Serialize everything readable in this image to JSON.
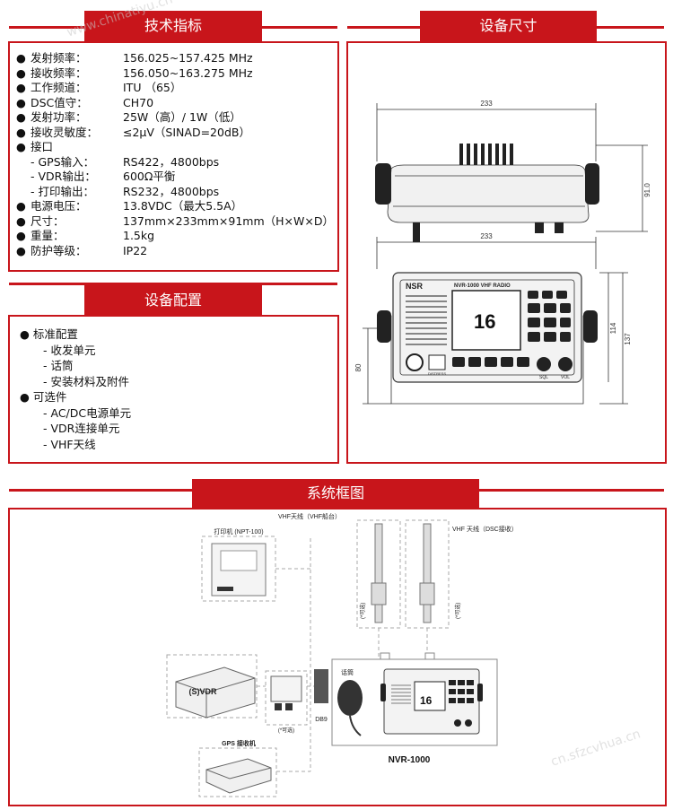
{
  "colors": {
    "accent": "#c8151b"
  },
  "watermarks": [
    "www.chinatiyu.cn",
    "cn.sfzcvhua.cn"
  ],
  "sections": {
    "specs_title": "技术指标",
    "dims_title": "设备尺寸",
    "config_title": "设备配置",
    "system_title": "系统框图"
  },
  "specs": [
    {
      "bullet": "●",
      "label": "发射频率：",
      "value": "156.025~157.425 MHz"
    },
    {
      "bullet": "●",
      "label": "接收频率：",
      "value": "156.050~163.275 MHz"
    },
    {
      "bullet": "●",
      "label": "工作频道：",
      "value": "ITU （65）"
    },
    {
      "bullet": "●",
      "label": "DSC值守：",
      "value": "CH70"
    },
    {
      "bullet": "●",
      "label": "发射功率：",
      "value": "25W（高）/ 1W（低）"
    },
    {
      "bullet": "●",
      "label": "接收灵敏度：",
      "value": "≤2μV（SINAD=20dB）"
    },
    {
      "bullet": "●",
      "label": "接口",
      "value": ""
    },
    {
      "bullet": "",
      "label": "- GPS输入：",
      "value": "RS422，4800bps"
    },
    {
      "bullet": "",
      "label": "- VDR输出：",
      "value": "600Ω平衡"
    },
    {
      "bullet": "",
      "label": "- 打印输出：",
      "value": "RS232，4800bps"
    },
    {
      "bullet": "●",
      "label": "电源电压：",
      "value": "13.8VDC（最大5.5A）"
    },
    {
      "bullet": "●",
      "label": "尺寸：",
      "value": "137mm×233mm×91mm（H×W×D）"
    },
    {
      "bullet": "●",
      "label": "重量：",
      "value": "1.5kg"
    },
    {
      "bullet": "●",
      "label": "防护等级：",
      "value": "IP22"
    }
  ],
  "config": {
    "standard": {
      "bullet": "●",
      "label": "标准配置",
      "items": [
        "- 收发单元",
        "- 话筒",
        "- 安装材料及附件"
      ]
    },
    "optional": {
      "bullet": "●",
      "label": "可选件",
      "items": [
        "- AC/DC电源单元",
        "- VDR连接单元",
        "- VHF天线"
      ]
    }
  },
  "dims": {
    "width_top": "233",
    "depth": "91.0",
    "width_front": "233",
    "h_inner": "114",
    "h_total": "137",
    "h_mount": "80"
  },
  "radio": {
    "brand": "NSR",
    "model_label": "NVR-1000  VHF RADIO",
    "channel": "16",
    "sql": "SQL",
    "vol": "VOL",
    "distress": "DISTRESS"
  },
  "system": {
    "printer": "打印机 (NPT-100)",
    "antenna_vhf": "VHF天线（VHF船台）",
    "antenna_dsc": "VHF 天线（DSC接收）",
    "optional": "(*可选)",
    "vdr": "(S)VDR",
    "mic": "话筒",
    "db9": "DB9",
    "gps": "GPS 接收机",
    "model": "NVR-1000"
  }
}
